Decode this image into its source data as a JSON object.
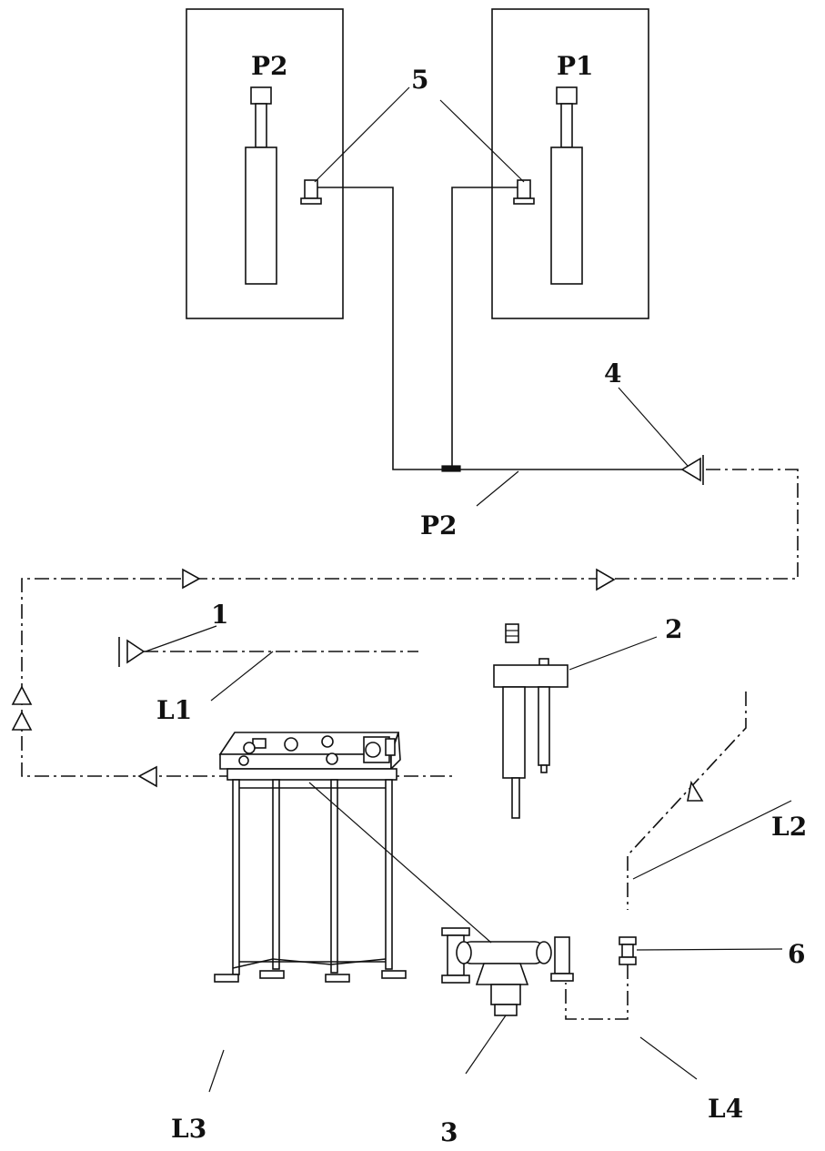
{
  "labels": {
    "p2_top": "P2",
    "p1_top": "P1",
    "n5": "5",
    "n4": "4",
    "p2_line": "P2",
    "n1": "1",
    "n2": "2",
    "l1": "L1",
    "l2": "L2",
    "n6": "6",
    "l3": "L3",
    "n3": "3",
    "l4": "L4"
  },
  "colors": {
    "line": "#111111",
    "background": "#ffffff"
  }
}
